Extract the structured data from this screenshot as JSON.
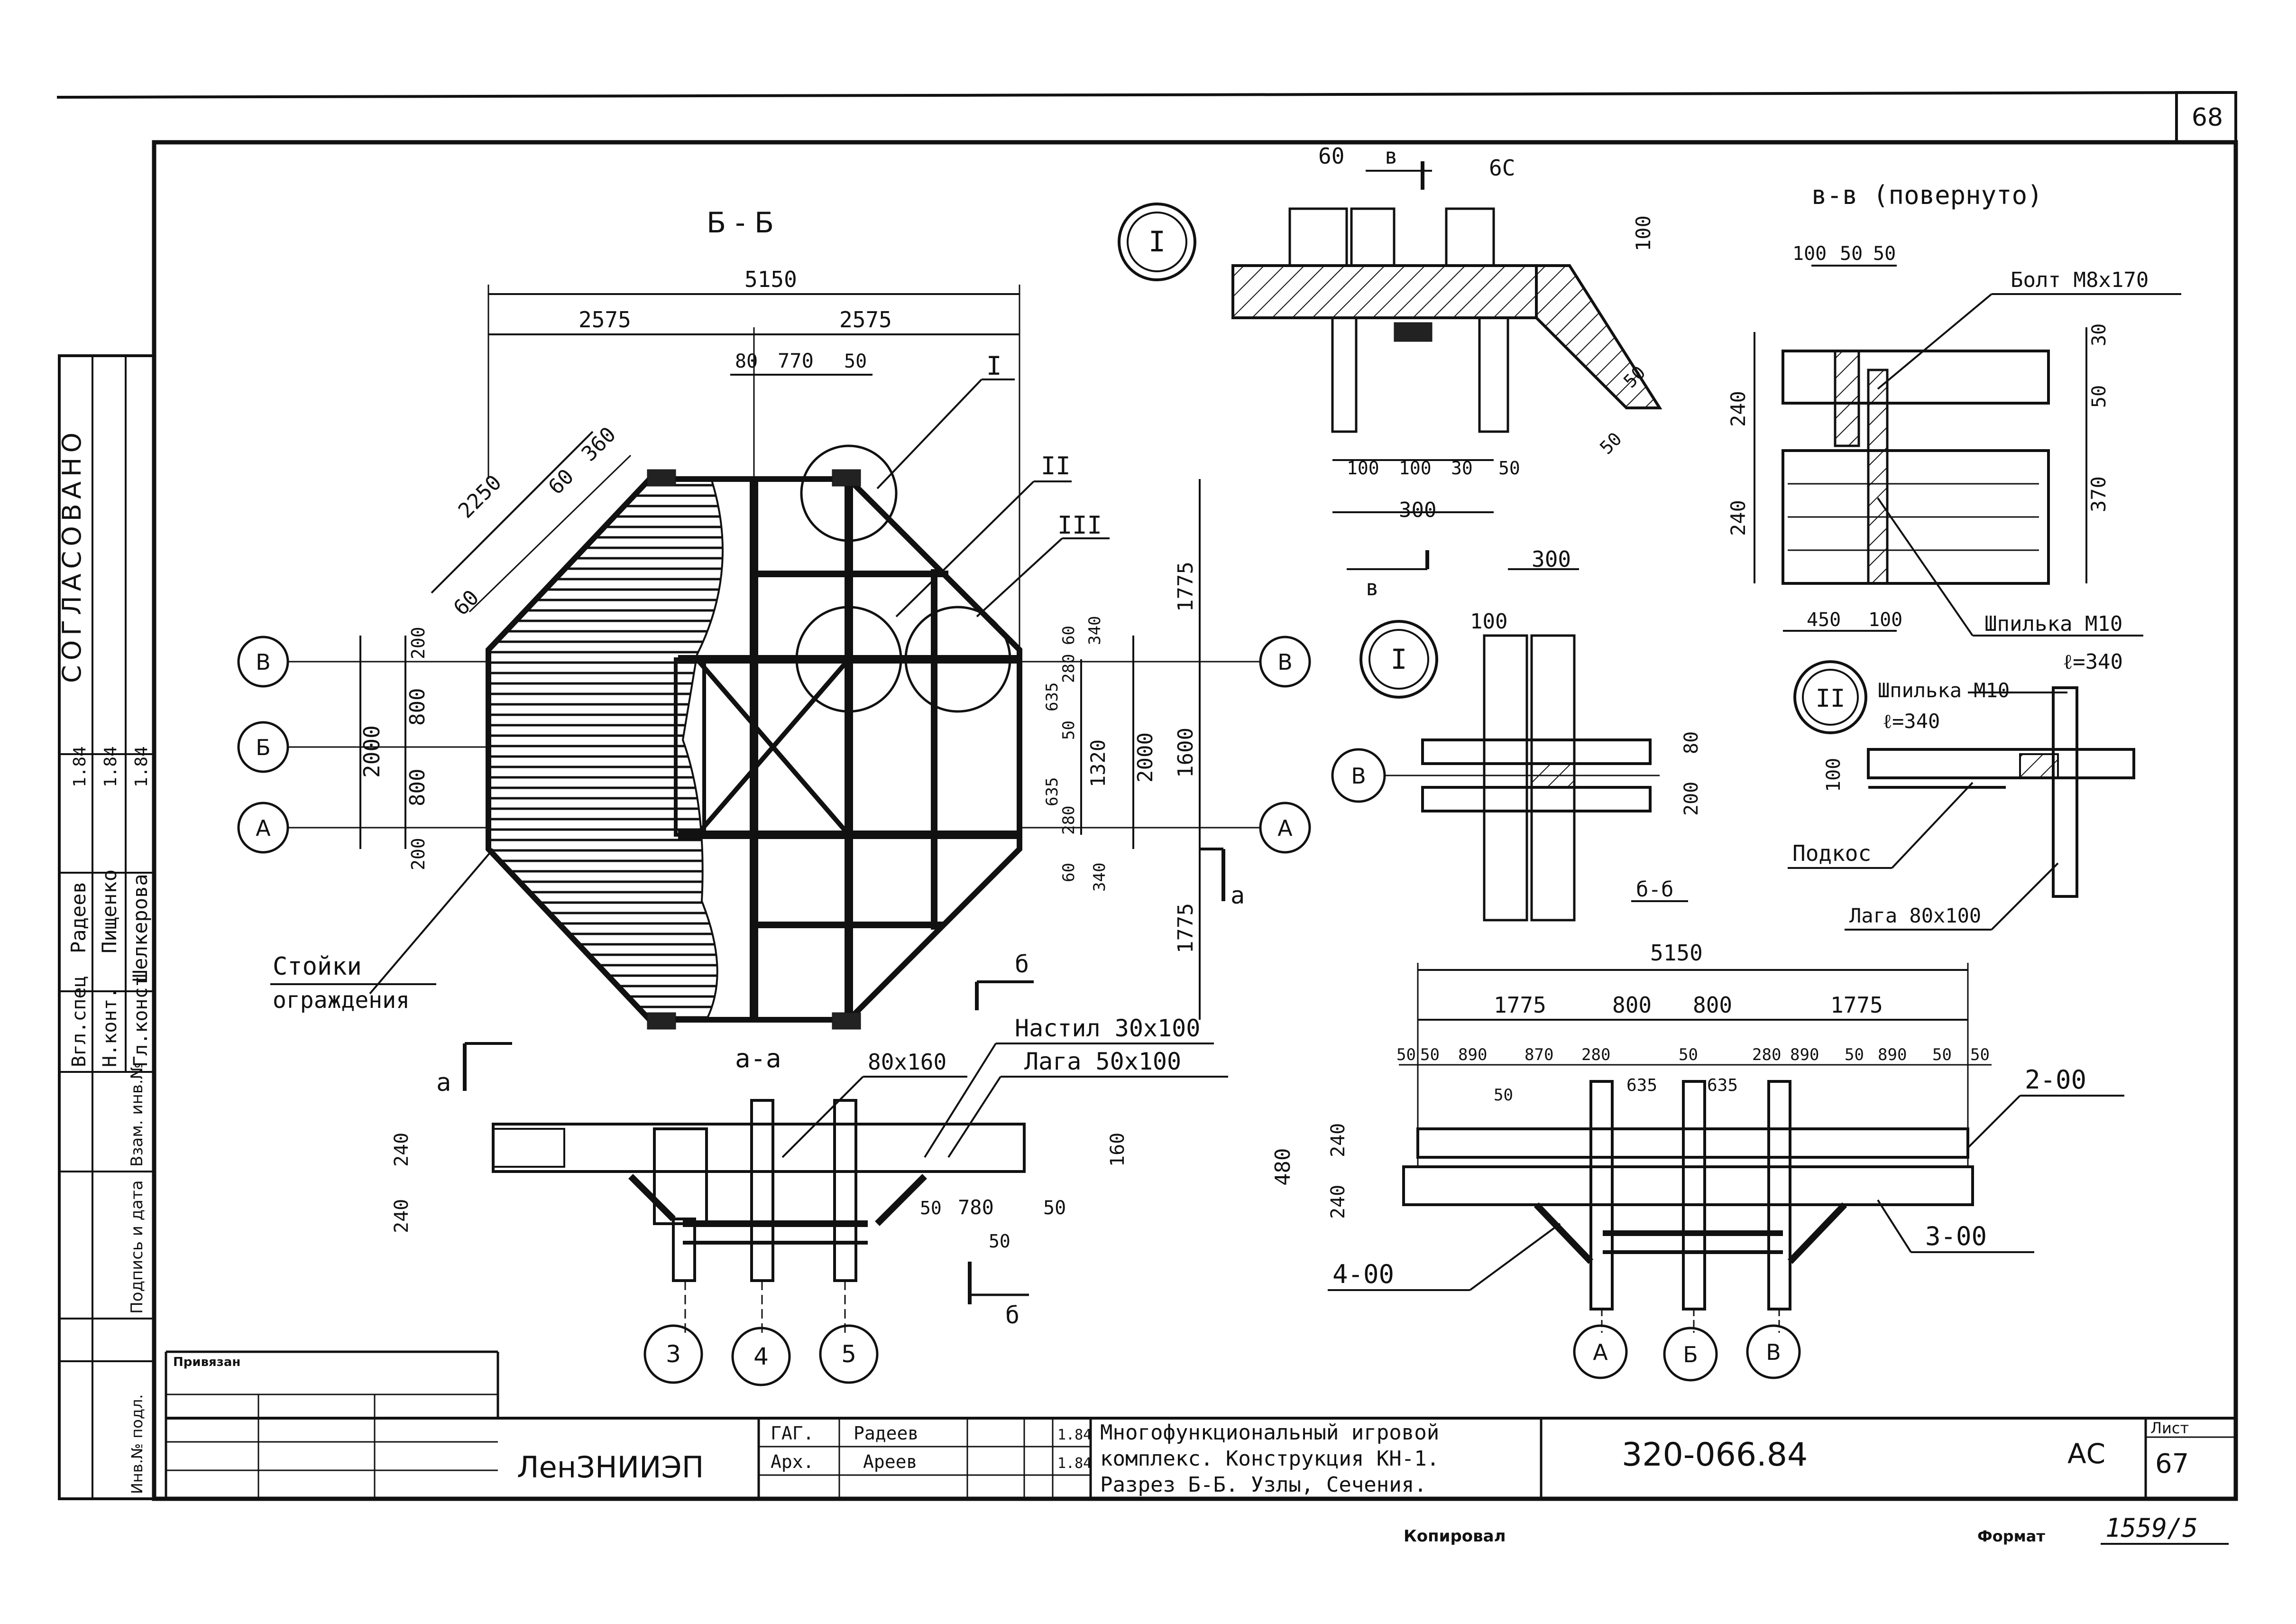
{
  "sheet": {
    "top_corner_number": "68",
    "sheet_code": "320-066.84",
    "stage": "АС",
    "sheet_label": "Лист",
    "sheet_number": "67",
    "organization": "ЛенЗНИИЭП",
    "title_lines": [
      "Многофункциональный игровой",
      "комплекс. Конструкция КН-1.",
      "Разрез Б-Б. Узлы, Сечения."
    ],
    "copied_label": "Копировал",
    "format_label": "Формат",
    "inventory_number": "1559/5",
    "attached_label": "Привязан"
  },
  "title_block_people": [
    {
      "role": "ГАГ.",
      "name": "Радеев",
      "date": "1.84"
    },
    {
      "role": "Арх.",
      "name": "Ареев",
      "date": "1.84"
    }
  ],
  "left_margin": {
    "agreed_label": "СОГЛАСОВАНО",
    "approvals": [
      {
        "role": "Вгл.спец",
        "name": "Радеев",
        "date": "1.84"
      },
      {
        "role": "Н.конт.",
        "name": "Пищенко",
        "date": "1.84"
      },
      {
        "role": "Гл.конст",
        "name": "Шелкерова",
        "date": "1.84"
      }
    ],
    "stamps": [
      "Взам. инв.№",
      "Подпись и дата",
      "Инв.№ подл."
    ]
  },
  "section_bb": {
    "title": "Б - Б",
    "dims_top": [
      "5150",
      "2575",
      "2575",
      "80",
      "770",
      "50"
    ],
    "dims_diagonal": [
      "2250",
      "60",
      "360",
      "60"
    ],
    "dims_left": [
      "2000",
      "200",
      "800",
      "800",
      "200"
    ],
    "dims_right_inner": [
      "60",
      "340",
      "635",
      "50",
      "635",
      "280",
      "280",
      "60",
      "340"
    ],
    "dims_right": [
      "1320",
      "2000",
      "1600",
      "1775",
      "1775"
    ],
    "axes": [
      "В",
      "Б",
      "А"
    ],
    "node_marks": [
      "I",
      "II",
      "III"
    ],
    "cut_marks": [
      "б",
      "а",
      "а"
    ],
    "label_posts": [
      "Стойки",
      "ограждения"
    ]
  },
  "node_I_top": {
    "title": "I",
    "dims": [
      "60",
      "6С",
      "100",
      "100",
      "100",
      "30",
      "50",
      "300",
      "50",
      "50"
    ],
    "cut_marks": [
      "в",
      "в"
    ]
  },
  "section_vv": {
    "title": "в-в (повернуто)",
    "dims": [
      "100",
      "50",
      "50",
      "30",
      "240",
      "50",
      "240",
      "370",
      "450",
      "100"
    ],
    "callouts": [
      "Болт М8х170",
      "Шпилька М10",
      "ℓ=340"
    ]
  },
  "node_I_plan": {
    "title": "I",
    "axis": "В",
    "dims": [
      "300",
      "100",
      "80",
      "200"
    ],
    "caption": "б-б"
  },
  "node_II": {
    "title": "II",
    "dims": [
      "100"
    ],
    "callouts": [
      "Шпилька М10",
      "ℓ=340",
      "Подкос",
      "Лага 80х100"
    ]
  },
  "section_aa": {
    "title": "а-а",
    "callouts": [
      "Настил 30х100",
      "Лага 50х100",
      "80х160"
    ],
    "dims": [
      "240",
      "240",
      "160",
      "50",
      "780",
      "50",
      "50"
    ],
    "axes": [
      "3",
      "4",
      "5"
    ],
    "cut_mark": "б"
  },
  "section_right": {
    "dims_top": [
      "5150",
      "1775",
      "800",
      "800",
      "1775"
    ],
    "dims_detail": [
      "50",
      "50",
      "890",
      "870",
      "280",
      "50",
      "280",
      "890",
      "50",
      "890",
      "50",
      "50",
      "635",
      "635",
      "50"
    ],
    "dims_left": [
      "480",
      "240",
      "240"
    ],
    "marks": [
      "2-00",
      "3-00",
      "4-00"
    ],
    "axes": [
      "А",
      "Б",
      "В"
    ]
  }
}
